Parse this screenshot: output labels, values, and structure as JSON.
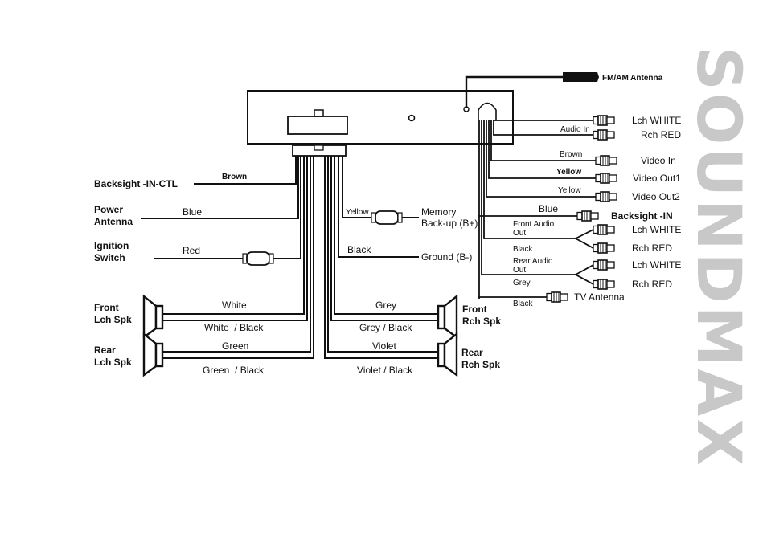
{
  "brand": "SOUNDMAX",
  "antenna": {
    "label": "FM/AM Antenna"
  },
  "left": {
    "backsight": {
      "label": "Backsight -IN-CTL",
      "wire": "Brown"
    },
    "power_antenna": {
      "label_1": "Power",
      "label_2": "Antenna",
      "wire": "Blue"
    },
    "ignition": {
      "label_1": "Ignition",
      "label_2": "Switch",
      "wire": "Red"
    },
    "front_lch": {
      "label_1": "Front",
      "label_2": "Lch Spk",
      "wire_pos": "White",
      "wire_neg": "White  / Black"
    },
    "rear_lch": {
      "label_1": "Rear",
      "label_2": "Lch Spk",
      "wire_pos": "Green",
      "wire_neg": "Green  / Black"
    }
  },
  "center": {
    "memory": {
      "wire": "Yellow",
      "label_1": "Memory",
      "label_2": "Back-up (B+)"
    },
    "ground": {
      "wire": "Black",
      "label": "Ground (B-)"
    },
    "front_rch": {
      "wire_pos": "Grey",
      "wire_neg": "Grey / Black",
      "label_1": "Front",
      "label_2": "Rch Spk"
    },
    "rear_rch": {
      "wire_pos": "Violet",
      "wire_neg": "Violet / Black",
      "label_1": "Rear",
      "label_2": "Rch Spk"
    }
  },
  "right": {
    "audio_in": {
      "wire": "Audio In",
      "lch": "Lch WHITE",
      "rch": "Rch RED"
    },
    "video_in": {
      "wire": "Brown",
      "label": "Video In"
    },
    "video_out1": {
      "wire": "Yellow",
      "label": "Video Out1"
    },
    "video_out2": {
      "wire": "Yellow",
      "label": "Video Out2"
    },
    "backsight_in": {
      "wire": "Blue",
      "label": "Backsight -IN"
    },
    "front_audio_out": {
      "label_1": "Front Audio",
      "label_2": "Out",
      "wire": "Black",
      "lch": "Lch WHITE",
      "rch": "Rch RED"
    },
    "rear_audio_out": {
      "label_1": "Rear Audio",
      "label_2": "Out",
      "wire": "Grey",
      "lch": "Lch WHITE",
      "rch": "Rch RED"
    },
    "tv_antenna": {
      "wire": "Black",
      "label": "TV Antenna"
    }
  }
}
